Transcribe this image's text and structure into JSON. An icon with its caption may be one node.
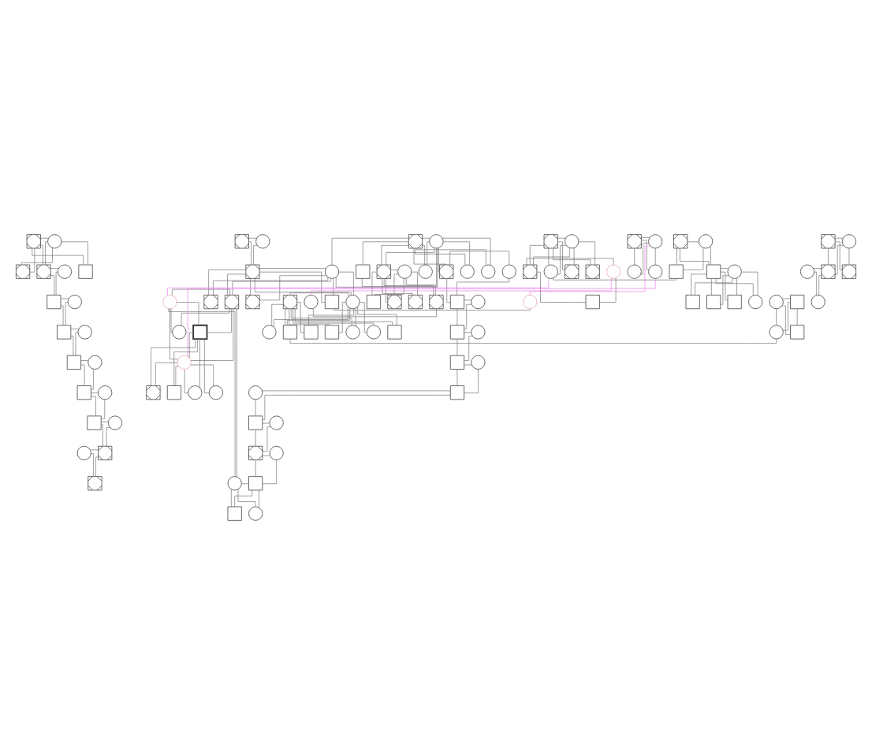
{
  "diagram": {
    "nodes": [
      {
        "text": [],
        "shape": "box"
      },
      {
        "text": [],
        "shape": "circle"
      },
      {
        "text": [],
        "shape": "box"
      },
      {
        "text": [],
        "shape": "box"
      },
      {
        "text": [],
        "shape": "circle"
      },
      {
        "text": [],
        "shape": "box"
      },
      {
        "text": [],
        "shape": "box"
      },
      {
        "text": [],
        "shape": "circle"
      },
      {
        "text": [],
        "shape": "box"
      },
      {
        "text": [],
        "shape": "circle"
      },
      {
        "text": [],
        "shape": "box"
      },
      {
        "text": [],
        "shape": "circle"
      },
      {
        "text": [],
        "shape": "box"
      },
      {
        "text": [],
        "shape": "circle"
      },
      {
        "text": [],
        "shape": "box"
      },
      {
        "text": [],
        "shape": "circle"
      },
      {
        "text": [],
        "shape": "box"
      },
      {
        "text": [],
        "shape": "circle"
      },
      {
        "text": [],
        "shape": "box"
      },
      {
        "text": [],
        "shape": "circle"
      },
      {
        "text": [],
        "shape": "box"
      },
      {
        "text": [],
        "shape": "circle"
      },
      {
        "text": [],
        "shape": "circle"
      },
      {
        "text": [],
        "shape": "box"
      },
      {
        "text": [],
        "shape": "box"
      },
      {
        "text": [],
        "shape": "circle"
      },
      {
        "text": [],
        "shape": "box"
      },
      {
        "text": [],
        "shape": "circle"
      },
      {
        "text": [],
        "shape": "circle"
      },
      {
        "text": [],
        "shape": "circle"
      },
      {
        "text": [],
        "shape": "box"
      },
      {
        "text": [],
        "shape": "circle"
      },
      {
        "text": [],
        "shape": "circle"
      },
      {
        "text": [],
        "shape": "circle"
      },
      {
        "text": [],
        "shape": "box"
      },
      {
        "text": [],
        "shape": "box"
      },
      {
        "text": [],
        "shape": "box"
      },
      {
        "text": [],
        "shape": "box"
      },
      {
        "text": [],
        "shape": "box"
      },
      {
        "text": [],
        "shape": "circle"
      },
      {
        "text": [],
        "shape": "circle"
      },
      {
        "text": [],
        "shape": "box"
      },
      {
        "text": [],
        "shape": "circle"
      },
      {
        "text": [],
        "shape": "box"
      },
      {
        "text": [],
        "shape": "box"
      },
      {
        "text": [],
        "shape": "box"
      },
      {
        "text": [],
        "shape": "circle"
      },
      {
        "text": [],
        "shape": "box"
      },
      {
        "text": [],
        "shape": "box"
      },
      {
        "text": [],
        "shape": "circle"
      },
      {
        "text": [],
        "shape": "box"
      },
      {
        "text": [],
        "shape": "circle"
      },
      {
        "text": [],
        "shape": "box"
      },
      {
        "text": [],
        "shape": "box"
      },
      {
        "text": [],
        "shape": "box"
      },
      {
        "text": [],
        "shape": "circle"
      },
      {
        "text": [],
        "shape": "box"
      },
      {
        "text": [],
        "shape": "circle"
      },
      {
        "text": [],
        "shape": "box"
      },
      {
        "text": [],
        "shape": "circle"
      },
      {
        "text": [],
        "shape": "box"
      },
      {
        "text": [],
        "shape": "box"
      },
      {
        "text": [],
        "shape": "circle"
      },
      {
        "text": [],
        "shape": "box"
      },
      {
        "text": [],
        "shape": "box"
      },
      {
        "text": [],
        "shape": "box"
      },
      {
        "text": [],
        "shape": "circle"
      },
      {
        "text": [],
        "shape": "circle"
      },
      {
        "text": [],
        "shape": "box"
      },
      {
        "text": [],
        "shape": "circle"
      },
      {
        "text": [],
        "shape": "circle"
      },
      {
        "text": [],
        "shape": "circle"
      },
      {
        "text": [],
        "shape": "circle"
      },
      {
        "text": [],
        "shape": "box"
      },
      {
        "text": [],
        "shape": "box"
      },
      {
        "text": [],
        "shape": "box"
      },
      {
        "text": [],
        "shape": "box"
      },
      {
        "text": [],
        "shape": "box"
      },
      {
        "text": [],
        "shape": "circle"
      },
      {
        "text": [],
        "shape": "circle"
      },
      {
        "text": [],
        "shape": "circle"
      },
      {
        "text": [],
        "shape": "box"
      },
      {
        "text": [],
        "shape": "circle"
      },
      {
        "text": [],
        "shape": "box"
      },
      {
        "text": [],
        "shape": "box"
      },
      {
        "text": [],
        "shape": "circle"
      },
      {
        "text": [],
        "shape": "box"
      },
      {
        "text": [],
        "shape": "circle"
      },
      {
        "text": [],
        "shape": "circle"
      },
      {
        "text": [],
        "shape": "box"
      },
      {
        "text": [],
        "shape": "circle"
      },
      {
        "text": [],
        "shape": "box"
      },
      {
        "text": [],
        "shape": "circle"
      },
      {
        "text": [],
        "shape": "box"
      },
      {
        "text": [],
        "shape": "box"
      },
      {
        "text": [],
        "shape": "circle"
      },
      {
        "text": [],
        "shape": "box"
      },
      {
        "text": [],
        "shape": "circle"
      },
      {
        "text": [],
        "shape": "box"
      },
      {
        "text": [],
        "shape": "circle"
      },
      {
        "text": [],
        "shape": "box"
      },
      {
        "text": [],
        "shape": "circle"
      },
      {
        "text": [],
        "shape": "box"
      },
      {
        "text": [],
        "shape": "circle"
      },
      {
        "text": [],
        "shape": "box"
      },
      {
        "text": [],
        "shape": "box"
      },
      {
        "text": [],
        "shape": "circle"
      }
    ],
    "edges": [
      {
        "from": 0,
        "to": 1,
        "arrow": "none"
      },
      {
        "from": 0,
        "to": 2,
        "arrow": "none"
      },
      {
        "from": 1,
        "to": 2,
        "arrow": "none"
      },
      {
        "from": 0,
        "to": 3,
        "arrow": "none"
      },
      {
        "from": 1,
        "to": 3,
        "arrow": "none"
      },
      {
        "from": 0,
        "to": 5,
        "arrow": "none"
      },
      {
        "from": 1,
        "to": 5,
        "arrow": "none"
      },
      {
        "from": 3,
        "to": 4,
        "arrow": "none"
      },
      {
        "from": 3,
        "to": 6,
        "arrow": "none"
      },
      {
        "from": 4,
        "to": 6,
        "arrow": "none"
      },
      {
        "from": 6,
        "to": 7,
        "arrow": "none"
      },
      {
        "from": 6,
        "to": 8,
        "arrow": "none"
      },
      {
        "from": 7,
        "to": 8,
        "arrow": "none"
      },
      {
        "from": 8,
        "to": 9,
        "arrow": "none"
      },
      {
        "from": 8,
        "to": 10,
        "arrow": "none"
      },
      {
        "from": 9,
        "to": 10,
        "arrow": "none"
      },
      {
        "from": 10,
        "to": 11,
        "arrow": "none"
      },
      {
        "from": 10,
        "to": 12,
        "arrow": "none"
      },
      {
        "from": 11,
        "to": 12,
        "arrow": "none"
      },
      {
        "from": 12,
        "to": 13,
        "arrow": "none"
      },
      {
        "from": 12,
        "to": 14,
        "arrow": "none"
      },
      {
        "from": 13,
        "to": 14,
        "arrow": "none"
      },
      {
        "from": 14,
        "to": 15,
        "arrow": "none"
      },
      {
        "from": 14,
        "to": 23,
        "arrow": "none"
      },
      {
        "from": 15,
        "to": 23,
        "arrow": "none"
      },
      {
        "from": 16,
        "to": 17,
        "arrow": "none"
      },
      {
        "from": 16,
        "to": 28,
        "arrow": "none"
      },
      {
        "from": 17,
        "to": 28,
        "arrow": "none"
      },
      {
        "from": 16,
        "to": 29,
        "arrow": "none"
      },
      {
        "from": 17,
        "to": 29,
        "arrow": "none"
      },
      {
        "from": 16,
        "to": 30,
        "arrow": "none"
      },
      {
        "from": 17,
        "to": 30,
        "arrow": "none"
      },
      {
        "from": 16,
        "to": 32,
        "arrow": "none"
      },
      {
        "from": 17,
        "to": 32,
        "arrow": "none"
      },
      {
        "from": 16,
        "to": 34,
        "arrow": "none"
      },
      {
        "from": 17,
        "to": 34,
        "arrow": "none"
      },
      {
        "from": 16,
        "to": 58,
        "arrow": "none"
      },
      {
        "from": 17,
        "to": 58,
        "arrow": "none"
      },
      {
        "from": 16,
        "to": 40,
        "arrow": "none"
      },
      {
        "from": 17,
        "to": 40,
        "arrow": "none"
      },
      {
        "from": 18,
        "to": 19,
        "arrow": "none"
      },
      {
        "from": 18,
        "to": 41,
        "arrow": "none"
      },
      {
        "from": 19,
        "to": 41,
        "arrow": "none"
      },
      {
        "from": 20,
        "to": 21,
        "arrow": "none"
      },
      {
        "from": 20,
        "to": 43,
        "arrow": "none"
      },
      {
        "from": 21,
        "to": 43,
        "arrow": "none"
      },
      {
        "from": 20,
        "to": 44,
        "arrow": "none"
      },
      {
        "from": 21,
        "to": 44,
        "arrow": "none"
      },
      {
        "from": 23,
        "to": 22,
        "arrow": "none"
      },
      {
        "from": 23,
        "to": 47,
        "arrow": "none"
      },
      {
        "from": 22,
        "to": 47,
        "arrow": "none"
      },
      {
        "from": 24,
        "to": 25,
        "arrow": "none"
      },
      {
        "from": 24,
        "to": 48,
        "arrow": "none"
      },
      {
        "from": 25,
        "to": 48,
        "arrow": "none"
      },
      {
        "from": 24,
        "to": 50,
        "arrow": "none"
      },
      {
        "from": 25,
        "to": 50,
        "arrow": "none"
      },
      {
        "from": 26,
        "to": 27,
        "arrow": "none"
      },
      {
        "from": 26,
        "to": 51,
        "arrow": "none"
      },
      {
        "from": 27,
        "to": 51,
        "arrow": "none"
      },
      {
        "from": 26,
        "to": 52,
        "arrow": "none"
      },
      {
        "from": 27,
        "to": 52,
        "arrow": "none"
      },
      {
        "from": 26,
        "to": 53,
        "arrow": "none"
      },
      {
        "from": 27,
        "to": 53,
        "arrow": "none"
      },
      {
        "from": 26,
        "to": 54,
        "arrow": "none"
      },
      {
        "from": 27,
        "to": 54,
        "arrow": "none"
      },
      {
        "from": 30,
        "to": 31,
        "arrow": "none"
      },
      {
        "from": 30,
        "to": 56,
        "arrow": "none"
      },
      {
        "from": 31,
        "to": 56,
        "arrow": "none"
      },
      {
        "from": 34,
        "to": 33,
        "arrow": "none"
      },
      {
        "from": 34,
        "to": 35,
        "arrow": "none"
      },
      {
        "from": 33,
        "to": 35,
        "arrow": "none"
      },
      {
        "from": 34,
        "to": 36,
        "arrow": "none"
      },
      {
        "from": 33,
        "to": 36,
        "arrow": "none"
      },
      {
        "from": 34,
        "to": 37,
        "arrow": "none"
      },
      {
        "from": 33,
        "to": 37,
        "arrow": "none"
      },
      {
        "from": 34,
        "to": 38,
        "arrow": "none"
      },
      {
        "from": 33,
        "to": 38,
        "arrow": "none"
      },
      {
        "from": 38,
        "to": 39,
        "arrow": "none"
      },
      {
        "from": 41,
        "to": 40,
        "arrow": "none"
      },
      {
        "from": 41,
        "to": 60,
        "arrow": "none"
      },
      {
        "from": 40,
        "to": 60,
        "arrow": "none"
      },
      {
        "from": 41,
        "to": 61,
        "arrow": "none"
      },
      {
        "from": 40,
        "to": 61,
        "arrow": "none"
      },
      {
        "from": 41,
        "to": 63,
        "arrow": "none"
      },
      {
        "from": 40,
        "to": 63,
        "arrow": "none"
      },
      {
        "from": 41,
        "to": 64,
        "arrow": "none"
      },
      {
        "from": 40,
        "to": 64,
        "arrow": "none"
      },
      {
        "from": 41,
        "to": 66,
        "arrow": "none"
      },
      {
        "from": 40,
        "to": 66,
        "arrow": "none"
      },
      {
        "from": 43,
        "to": 42,
        "arrow": "none"
      },
      {
        "from": 43,
        "to": 67,
        "arrow": "none"
      },
      {
        "from": 42,
        "to": 67,
        "arrow": "none"
      },
      {
        "from": 45,
        "to": 46,
        "arrow": "none"
      },
      {
        "from": 45,
        "to": 70,
        "arrow": "none"
      },
      {
        "from": 46,
        "to": 70,
        "arrow": "none"
      },
      {
        "from": 45,
        "to": 71,
        "arrow": "none"
      },
      {
        "from": 46,
        "to": 71,
        "arrow": "none"
      },
      {
        "from": 48,
        "to": 49,
        "arrow": "none"
      },
      {
        "from": 48,
        "to": 72,
        "arrow": "none"
      },
      {
        "from": 49,
        "to": 72,
        "arrow": "none"
      },
      {
        "from": 48,
        "to": 73,
        "arrow": "none"
      },
      {
        "from": 49,
        "to": 73,
        "arrow": "none"
      },
      {
        "from": 48,
        "to": 74,
        "arrow": "none"
      },
      {
        "from": 49,
        "to": 74,
        "arrow": "none"
      },
      {
        "from": 48,
        "to": 75,
        "arrow": "none"
      },
      {
        "from": 49,
        "to": 75,
        "arrow": "none"
      },
      {
        "from": 50,
        "to": 51,
        "arrow": "none"
      },
      {
        "from": 54,
        "to": 55,
        "arrow": "none"
      },
      {
        "from": 54,
        "to": 76,
        "arrow": "none"
      },
      {
        "from": 55,
        "to": 76,
        "arrow": "none"
      },
      {
        "from": 56,
        "to": 57,
        "arrow": "none"
      },
      {
        "from": 56,
        "to": 77,
        "arrow": "none"
      },
      {
        "from": 57,
        "to": 77,
        "arrow": "none"
      },
      {
        "from": 60,
        "to": 59,
        "arrow": "none"
      },
      {
        "from": 61,
        "to": 62,
        "arrow": "none"
      },
      {
        "from": 61,
        "to": 79,
        "arrow": "none"
      },
      {
        "from": 62,
        "to": 79,
        "arrow": "none"
      },
      {
        "from": 61,
        "to": 80,
        "arrow": "none"
      },
      {
        "from": 62,
        "to": 80,
        "arrow": "none"
      },
      {
        "from": 61,
        "to": 81,
        "arrow": "none"
      },
      {
        "from": 62,
        "to": 81,
        "arrow": "none"
      },
      {
        "from": 61,
        "to": 82,
        "arrow": "none"
      },
      {
        "from": 62,
        "to": 82,
        "arrow": "none"
      },
      {
        "from": 65,
        "to": 66,
        "arrow": "none"
      },
      {
        "from": 65,
        "to": 83,
        "arrow": "none"
      },
      {
        "from": 66,
        "to": 83,
        "arrow": "none"
      },
      {
        "from": 65,
        "to": 84,
        "arrow": "none"
      },
      {
        "from": 66,
        "to": 84,
        "arrow": "none"
      },
      {
        "from": 65,
        "to": 85,
        "arrow": "none"
      },
      {
        "from": 66,
        "to": 85,
        "arrow": "none"
      },
      {
        "from": 65,
        "to": 86,
        "arrow": "none"
      },
      {
        "from": 66,
        "to": 86,
        "arrow": "none"
      },
      {
        "from": 65,
        "to": 87,
        "arrow": "none"
      },
      {
        "from": 66,
        "to": 87,
        "arrow": "none"
      },
      {
        "from": 65,
        "to": 88,
        "arrow": "none"
      },
      {
        "from": 66,
        "to": 88,
        "arrow": "none"
      },
      {
        "from": 65,
        "to": 89,
        "arrow": "none"
      },
      {
        "from": 66,
        "to": 89,
        "arrow": "none"
      },
      {
        "from": 68,
        "to": 69,
        "arrow": "none"
      },
      {
        "from": 68,
        "to": 90,
        "arrow": "none"
      },
      {
        "from": 69,
        "to": 90,
        "arrow": "none"
      },
      {
        "from": 68,
        "to": 91,
        "arrow": "none"
      },
      {
        "from": 69,
        "to": 91,
        "arrow": "none"
      },
      {
        "from": 77,
        "to": 78,
        "arrow": "none"
      },
      {
        "from": 77,
        "to": 96,
        "arrow": "none"
      },
      {
        "from": 78,
        "to": 96,
        "arrow": "none"
      },
      {
        "from": 81,
        "to": 80,
        "arrow": "none"
      },
      {
        "from": 81,
        "to": 92,
        "arrow": "none"
      },
      {
        "from": 80,
        "to": 92,
        "arrow": "none"
      },
      {
        "from": 81,
        "to": 93,
        "arrow": "none"
      },
      {
        "from": 80,
        "to": 93,
        "arrow": "none"
      },
      {
        "from": 81,
        "to": 94,
        "arrow": "none"
      },
      {
        "from": 80,
        "to": 94,
        "arrow": "none"
      },
      {
        "from": 81,
        "to": 95,
        "arrow": "none"
      },
      {
        "from": 80,
        "to": 95,
        "arrow": "none"
      },
      {
        "from": 89,
        "to": 90,
        "arrow": "none"
      },
      {
        "from": 96,
        "to": 97,
        "arrow": "none"
      },
      {
        "from": 96,
        "to": 98,
        "arrow": "none"
      },
      {
        "from": 97,
        "to": 98,
        "arrow": "none"
      },
      {
        "from": 98,
        "to": 99,
        "arrow": "none"
      },
      {
        "from": 98,
        "to": 100,
        "arrow": "none"
      },
      {
        "from": 99,
        "to": 100,
        "arrow": "none"
      },
      {
        "from": 100,
        "to": 101,
        "arrow": "none"
      },
      {
        "from": 100,
        "to": 102,
        "arrow": "none"
      },
      {
        "from": 101,
        "to": 102,
        "arrow": "none"
      },
      {
        "from": 102,
        "to": 103,
        "arrow": "none"
      },
      {
        "from": 102,
        "to": 104,
        "arrow": "none"
      },
      {
        "from": 103,
        "to": 104,
        "arrow": "none"
      },
      {
        "from": 104,
        "to": 79,
        "arrow": "none"
      },
      {
        "from": 104,
        "to": 105,
        "arrow": "none"
      },
      {
        "from": 79,
        "to": 105,
        "arrow": "none"
      },
      {
        "from": 104,
        "to": 106,
        "arrow": "none"
      },
      {
        "from": 79,
        "to": 106,
        "arrow": "none"
      },
      {
        "from": 46,
        "to": 59,
        "arrow": "none",
        "color": "#ee82ee"
      },
      {
        "from": 51,
        "to": 62,
        "arrow": "none",
        "color": "#ee82ee"
      },
      {
        "from": 55,
        "to": 39,
        "arrow": "none",
        "color": "#ee82ee"
      },
      {
        "from": 71,
        "to": 80,
        "arrow": "none",
        "color": "#ee82ee"
      }
    ]
  }
}
